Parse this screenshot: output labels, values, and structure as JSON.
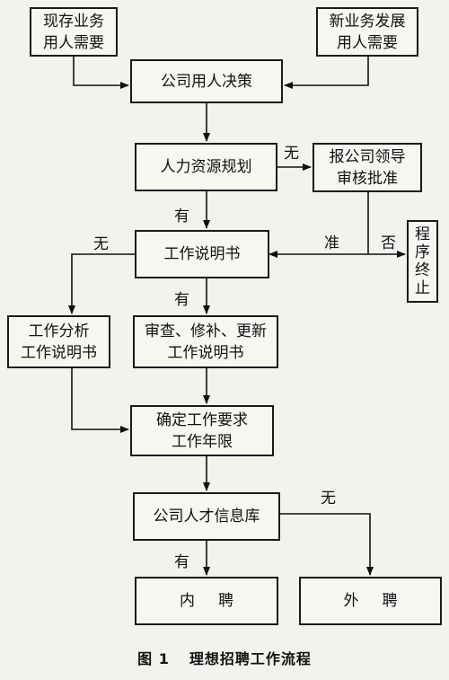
{
  "nodes": {
    "existing_need": [
      "现存业务",
      "用人需要"
    ],
    "new_need": [
      "新业务发展",
      "用人需要"
    ],
    "decision": [
      "公司用人决策"
    ],
    "hr_planning": [
      "人力资源规划"
    ],
    "report_approval": [
      "报公司领导",
      "审核批准"
    ],
    "job_description": [
      "工作说明书"
    ],
    "terminate": [
      "程",
      "序",
      "终",
      "止"
    ],
    "job_analysis": [
      "工作分析",
      "工作说明书"
    ],
    "review_update": [
      "审查、修补、更新",
      "工作说明书"
    ],
    "requirements": [
      "确定工作要求",
      "工作年限"
    ],
    "talent_db": [
      "公司人才信息库"
    ],
    "internal": [
      "内聘"
    ],
    "external": [
      "外聘"
    ]
  },
  "labels": {
    "no_planning": "无",
    "has_planning": "有",
    "no_jd": "无",
    "approve": "准",
    "reject": "否",
    "has_jd": "有",
    "no_talent": "无",
    "has_talent": "有"
  },
  "caption": {
    "figure_no": "图 1",
    "title": "理想招聘工作流程"
  }
}
